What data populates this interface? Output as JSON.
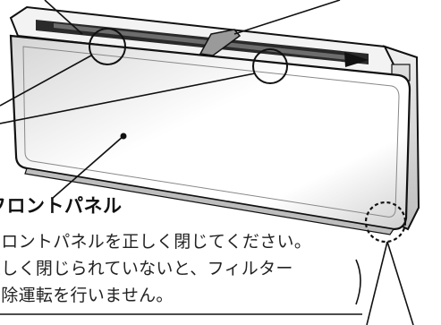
{
  "callout": {
    "title": "フロントパネル",
    "lines": [
      "フロントパネルを正しく閉じてください。",
      "正しく閉じられていないと、フィルター",
      "掃除運転を行いません。"
    ]
  },
  "colors": {
    "line": "#111111",
    "panel_light": "#ffffff",
    "panel_grey": "#c9c9c9",
    "rail": "#2a2a2a"
  },
  "icons": [
    "circle-marker",
    "dashed-circle-marker",
    "arrow-right"
  ]
}
